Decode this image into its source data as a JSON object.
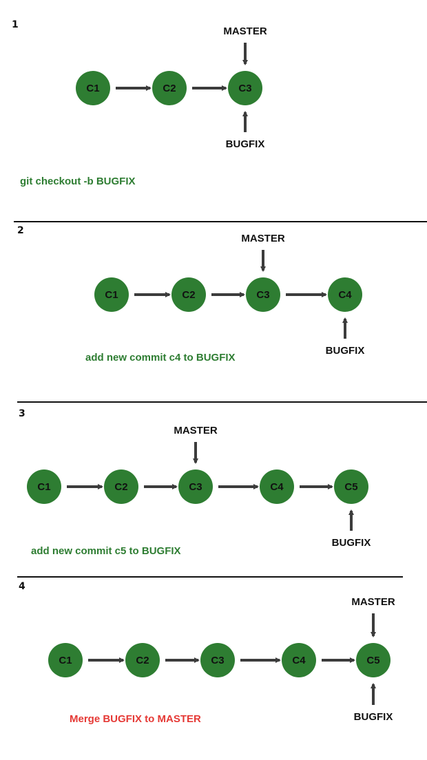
{
  "colors": {
    "node_fill": "#2e7d32",
    "arrow": "#3c3c3c",
    "caption_green": "#2e7d32",
    "caption_red": "#e53935",
    "separator": "#111111"
  },
  "panels": [
    {
      "number": "1",
      "nodes": [
        "C1",
        "C2",
        "C3"
      ],
      "master_label": "MASTER",
      "bugfix_label": "BUGFIX",
      "caption": "git checkout -b BUGFIX",
      "caption_color": "green"
    },
    {
      "number": "2",
      "nodes": [
        "C1",
        "C2",
        "C3",
        "C4"
      ],
      "master_label": "MASTER",
      "bugfix_label": "BUGFIX",
      "caption": "add new commit c4 to BUGFIX",
      "caption_color": "green"
    },
    {
      "number": "3",
      "nodes": [
        "C1",
        "C2",
        "C3",
        "C4",
        "C5"
      ],
      "master_label": "MASTER",
      "bugfix_label": "BUGFIX",
      "caption": "add new commit c5 to BUGFIX",
      "caption_color": "green"
    },
    {
      "number": "4",
      "nodes": [
        "C1",
        "C2",
        "C3",
        "C4",
        "C5"
      ],
      "master_label": "MASTER",
      "bugfix_label": "BUGFIX",
      "caption": "Merge BUGFIX to MASTER",
      "caption_color": "red"
    }
  ]
}
